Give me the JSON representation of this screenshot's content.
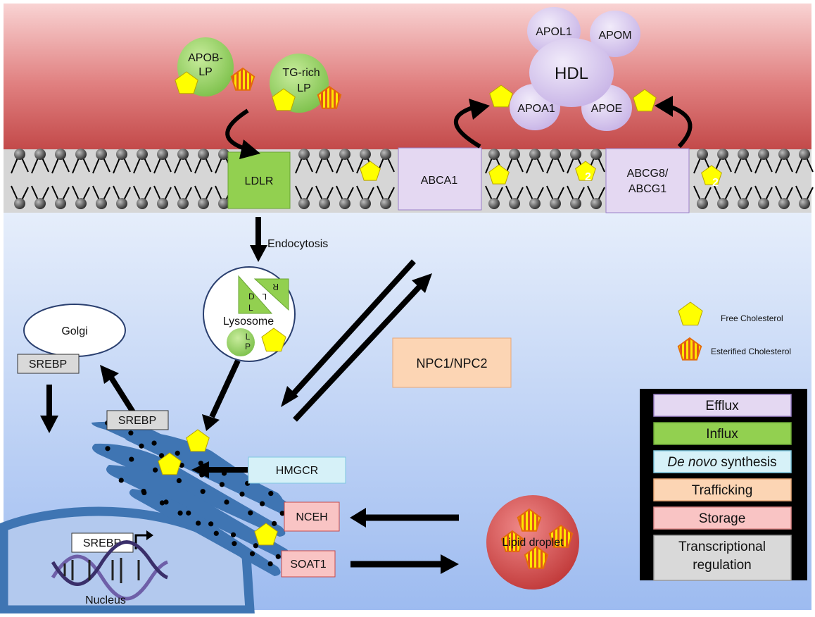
{
  "lipoproteins": {
    "apob": "APOB-\nLP",
    "tg_rich": "TG-rich\nLP",
    "hdl": "HDL",
    "apol1": "APOL1",
    "apom": "APOM",
    "apoa1": "APOA1",
    "apoe": "APOE"
  },
  "transporters": {
    "ldlr": "LDLR",
    "abca1": "ABCA1",
    "abcg8": "ABCG8/\nABCG1"
  },
  "labels": {
    "endocytosis": "Endocytosis",
    "lysosome": "Lysosome",
    "golgi": "Golgi",
    "srebp": "SREBP",
    "npc": "NPC1/NPC2",
    "hmgcr": "HMGCR",
    "nceh": "NCEH",
    "soat1": "SOAT1",
    "lipid_droplet": "Lipid droplet",
    "nucleus": "Nucleus",
    "lysosome_letters": [
      "D",
      "L",
      "L",
      "R",
      "L",
      "P"
    ],
    "membrane_number": "2"
  },
  "key": {
    "free_cholesterol": "Free Cholesterol",
    "esterified_cholesterol": "Esterified Cholesterol"
  },
  "legend": [
    {
      "label": "Efflux",
      "color": "#e4d8f2",
      "border": "#9a80c8"
    },
    {
      "label": "Influx",
      "color": "#92d050",
      "border": "#6aa535"
    },
    {
      "label_italic": "De novo",
      "label": " synthesis",
      "color": "#d6f1f8",
      "border": "#7fc8e0"
    },
    {
      "label": "Trafficking",
      "color": "#fcd5b4",
      "border": "#e8a878"
    },
    {
      "label": "Storage",
      "color": "#f9c4c4",
      "border": "#e08a8a"
    },
    {
      "label": "Transcriptional\nregulation",
      "color": "#d9d9d9",
      "border": "#9a9a9a"
    }
  ],
  "colors": {
    "free_cholesterol": "#ffff00",
    "esterified_cholesterol": "#e46c0a",
    "influx": "#92d050",
    "efflux": "#e4d8f2",
    "trafficking": "#fcd5b4",
    "storage": "#f9c4c4",
    "synthesis": "#d6f1f8",
    "er": "#3f75b3"
  }
}
